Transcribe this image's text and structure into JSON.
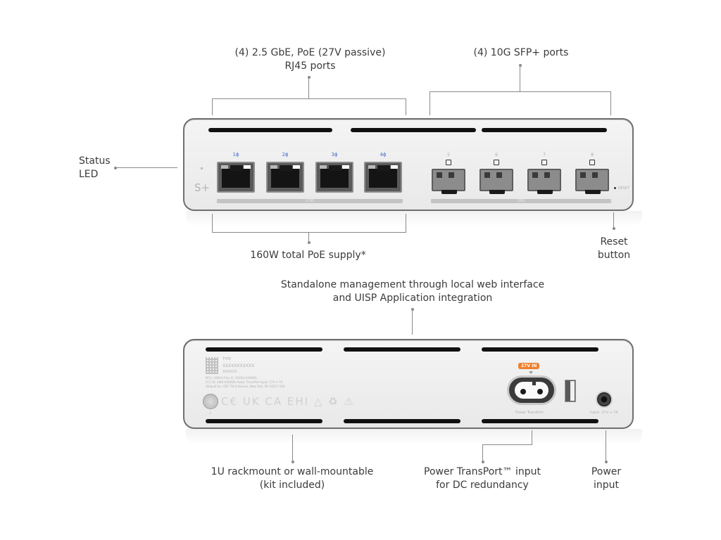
{
  "front_view": {
    "device_logo": "S+",
    "rj45_ports": [
      {
        "number": "1",
        "label": "1ϕ"
      },
      {
        "number": "2",
        "label": "2ϕ"
      },
      {
        "number": "3",
        "label": "3ϕ"
      },
      {
        "number": "4",
        "label": "4ϕ"
      }
    ],
    "sfp_ports": [
      {
        "number": "5"
      },
      {
        "number": "6"
      },
      {
        "number": "7"
      },
      {
        "number": "8"
      }
    ],
    "rj45_group_bar_label": "2.5G",
    "sfp_group_bar_label": "10G",
    "reset_label": "RESET",
    "callouts": {
      "rj45_ports_line1": "(4) 2.5 GbE, PoE (27V passive)",
      "rj45_ports_line2": "RJ45 ports",
      "sfp_ports": "(4) 10G SFP+ ports",
      "status_led_line1": "Status",
      "status_led_line2": "LED",
      "poe_supply": "160W total PoE supply*",
      "reset_line1": "Reset",
      "reset_line2": "button"
    }
  },
  "middle_callout": {
    "line1": "Standalone management through local web interface",
    "line2": "and UISP Application integration"
  },
  "rear_view": {
    "label_model": "TYPE",
    "label_serial": "XXXXXXXXXXX",
    "label_code": "XXXXXX",
    "label_lines": [
      "MFG: USW-S-Plus   IC: 6545A-USWSPL",
      "FCC ID: SWX-USWSPL   Power TransPort Input: 27V ⎓ 7A",
      "Ubiquiti Inc. 685 Third Avenue, New York, NY 10017 USA"
    ],
    "cert_marks": "C€ UK CA EHI △ ♻ ⚠",
    "ground_label": "⏚",
    "power_badge": "27V IN",
    "power_transport_port_label": "Power TransPort",
    "dc_input_label": "Input: 27V ⎓ 7A",
    "colors": {
      "badge": "#ee7f2d"
    },
    "callouts": {
      "mount_line1": "1U rackmount or wall-mountable",
      "mount_line2": "(kit included)",
      "transport_line1": "Power TransPort™ input",
      "transport_line2": "for DC redundancy",
      "power_line1": "Power",
      "power_line2": "input"
    }
  }
}
